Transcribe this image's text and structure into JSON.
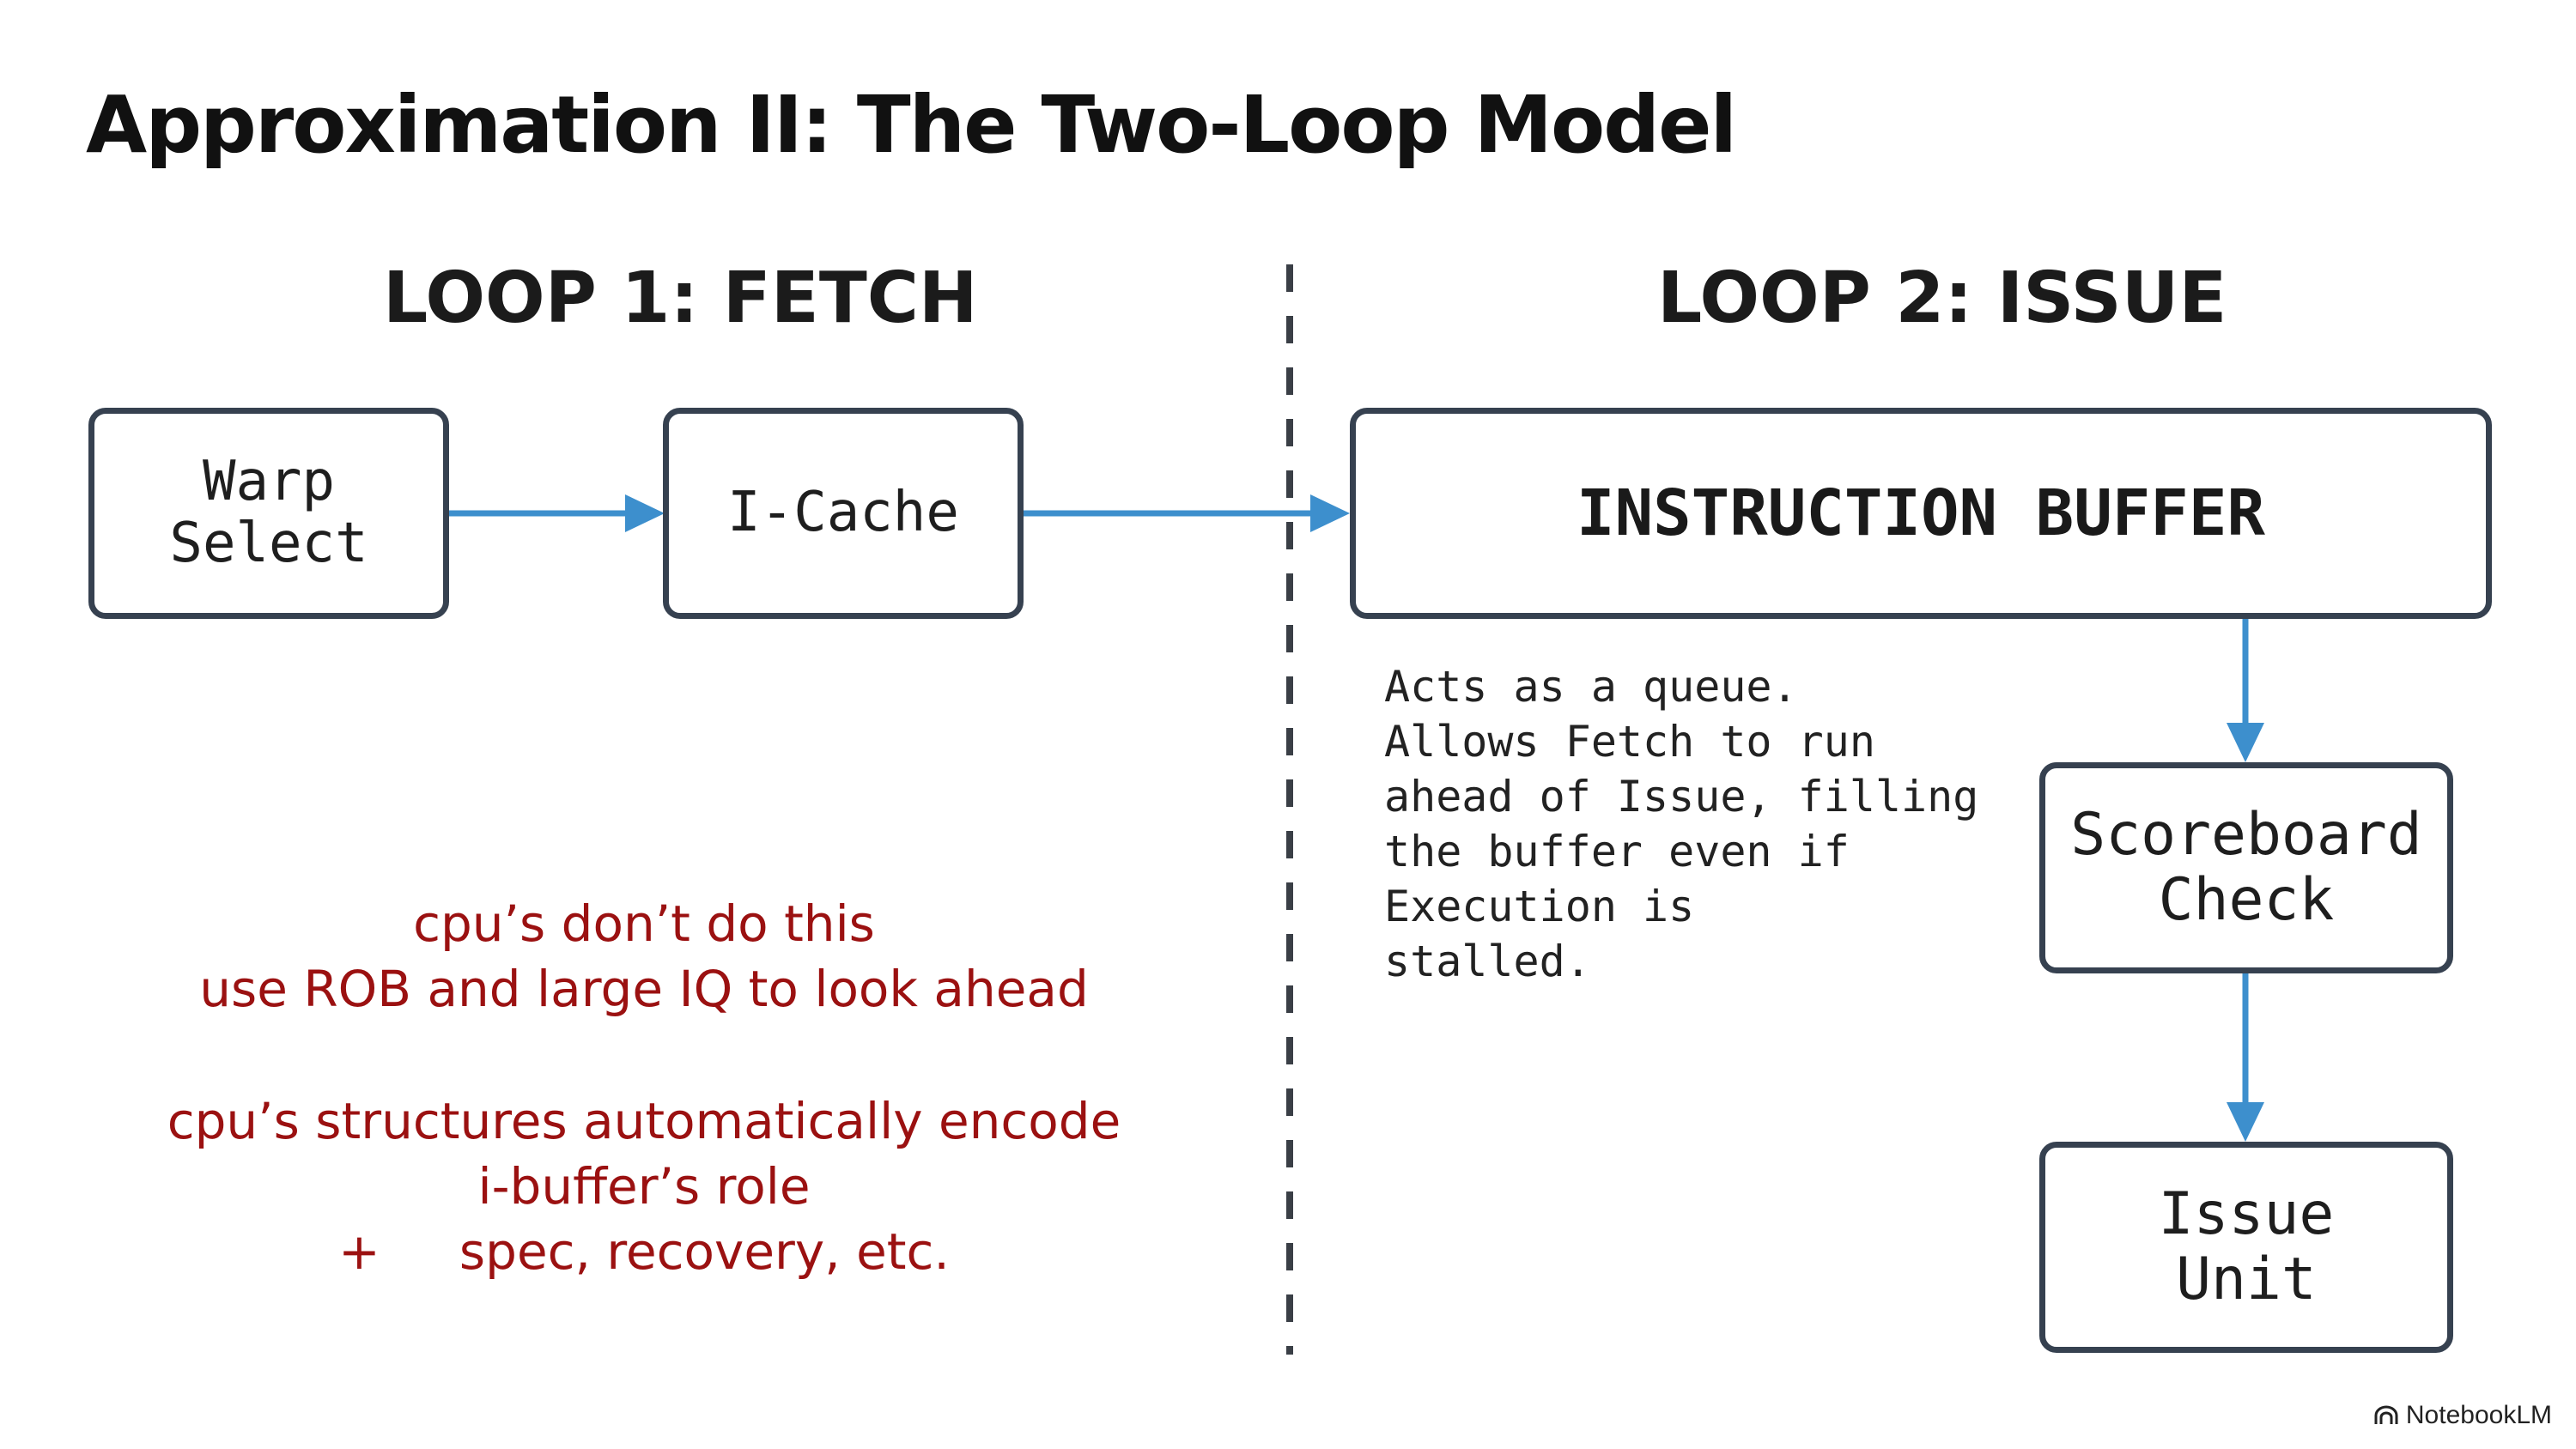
{
  "slide": {
    "title": "Approximation II: The Two-Loop Model"
  },
  "loops": {
    "fetch_heading": "LOOP 1: FETCH",
    "issue_heading": "LOOP 2: ISSUE"
  },
  "blocks": {
    "warp_select": "Warp\nSelect",
    "icache": "I-Cache",
    "instruction_buffer": "INSTRUCTION BUFFER",
    "scoreboard_check": "Scoreboard\nCheck",
    "issue_unit": "Issue\nUnit"
  },
  "note": {
    "text": "Acts as a queue.\nAllows Fetch to run\nahead of Issue, filling\nthe buffer even if\nExecution is\nstalled."
  },
  "annotation": {
    "line1": "cpu’s don’t do this",
    "line2": "use ROB and large IQ to look ahead",
    "line3": "cpu’s structures automatically encode",
    "line4": "i-buffer’s role",
    "line5": "+     spec, recovery, etc."
  },
  "branding": {
    "label": "NotebookLM"
  },
  "colors": {
    "arrow": "#3d8fcd",
    "box_border": "#364150",
    "annotation": "#9b1111"
  },
  "icons": {
    "brand": "notebooklm-logo-icon"
  }
}
